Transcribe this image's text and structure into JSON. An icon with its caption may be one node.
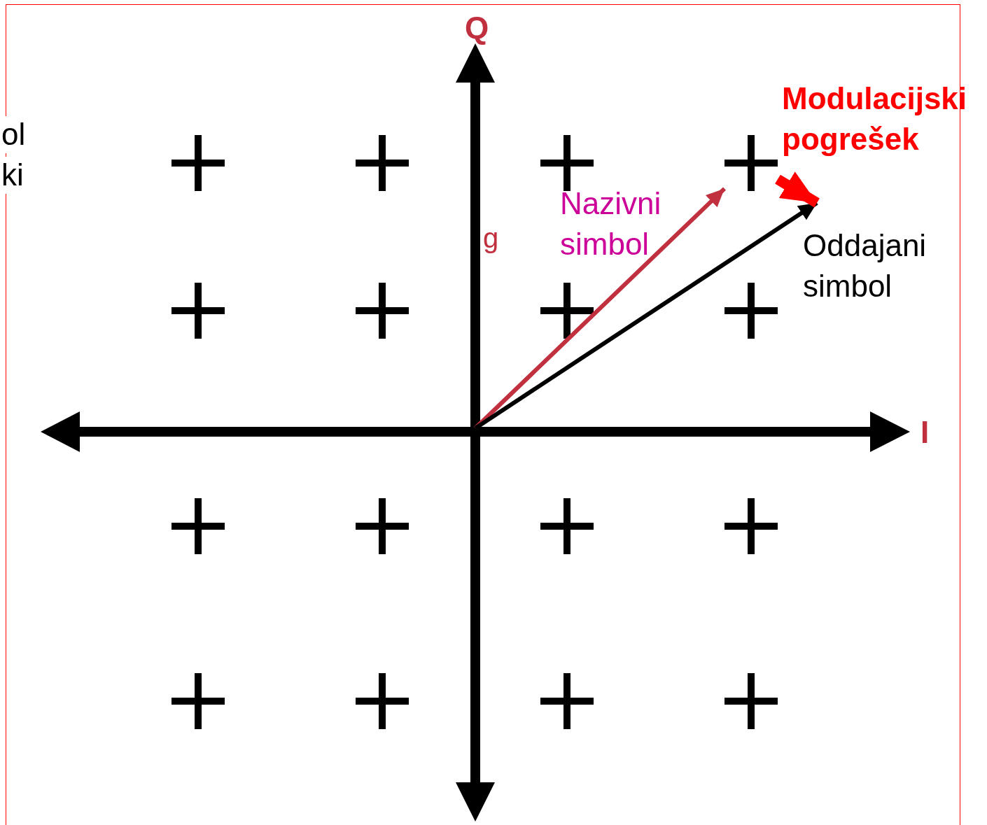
{
  "diagram": {
    "nodes": [
      {
        "text": [],
        "shape": "cross",
        "beside": [
          "Nazivni simbol"
        ]
      },
      {
        "text": [
          "Oddajani simbol"
        ]
      }
    ],
    "edges": [
      {
        "from": null,
        "to": 0,
        "arrow": "to",
        "color": "#c0303f"
      },
      {
        "from": null,
        "to": 1,
        "arrow": "to",
        "color": "#000000"
      },
      {
        "from": 0,
        "to": 1,
        "arrow": "to",
        "style": "thick",
        "color": "#ff0000",
        "label": "Modulacijski pogrešek"
      }
    ],
    "labels": [
      "ol",
      "ki",
      "Q",
      "g",
      "I"
    ]
  }
}
